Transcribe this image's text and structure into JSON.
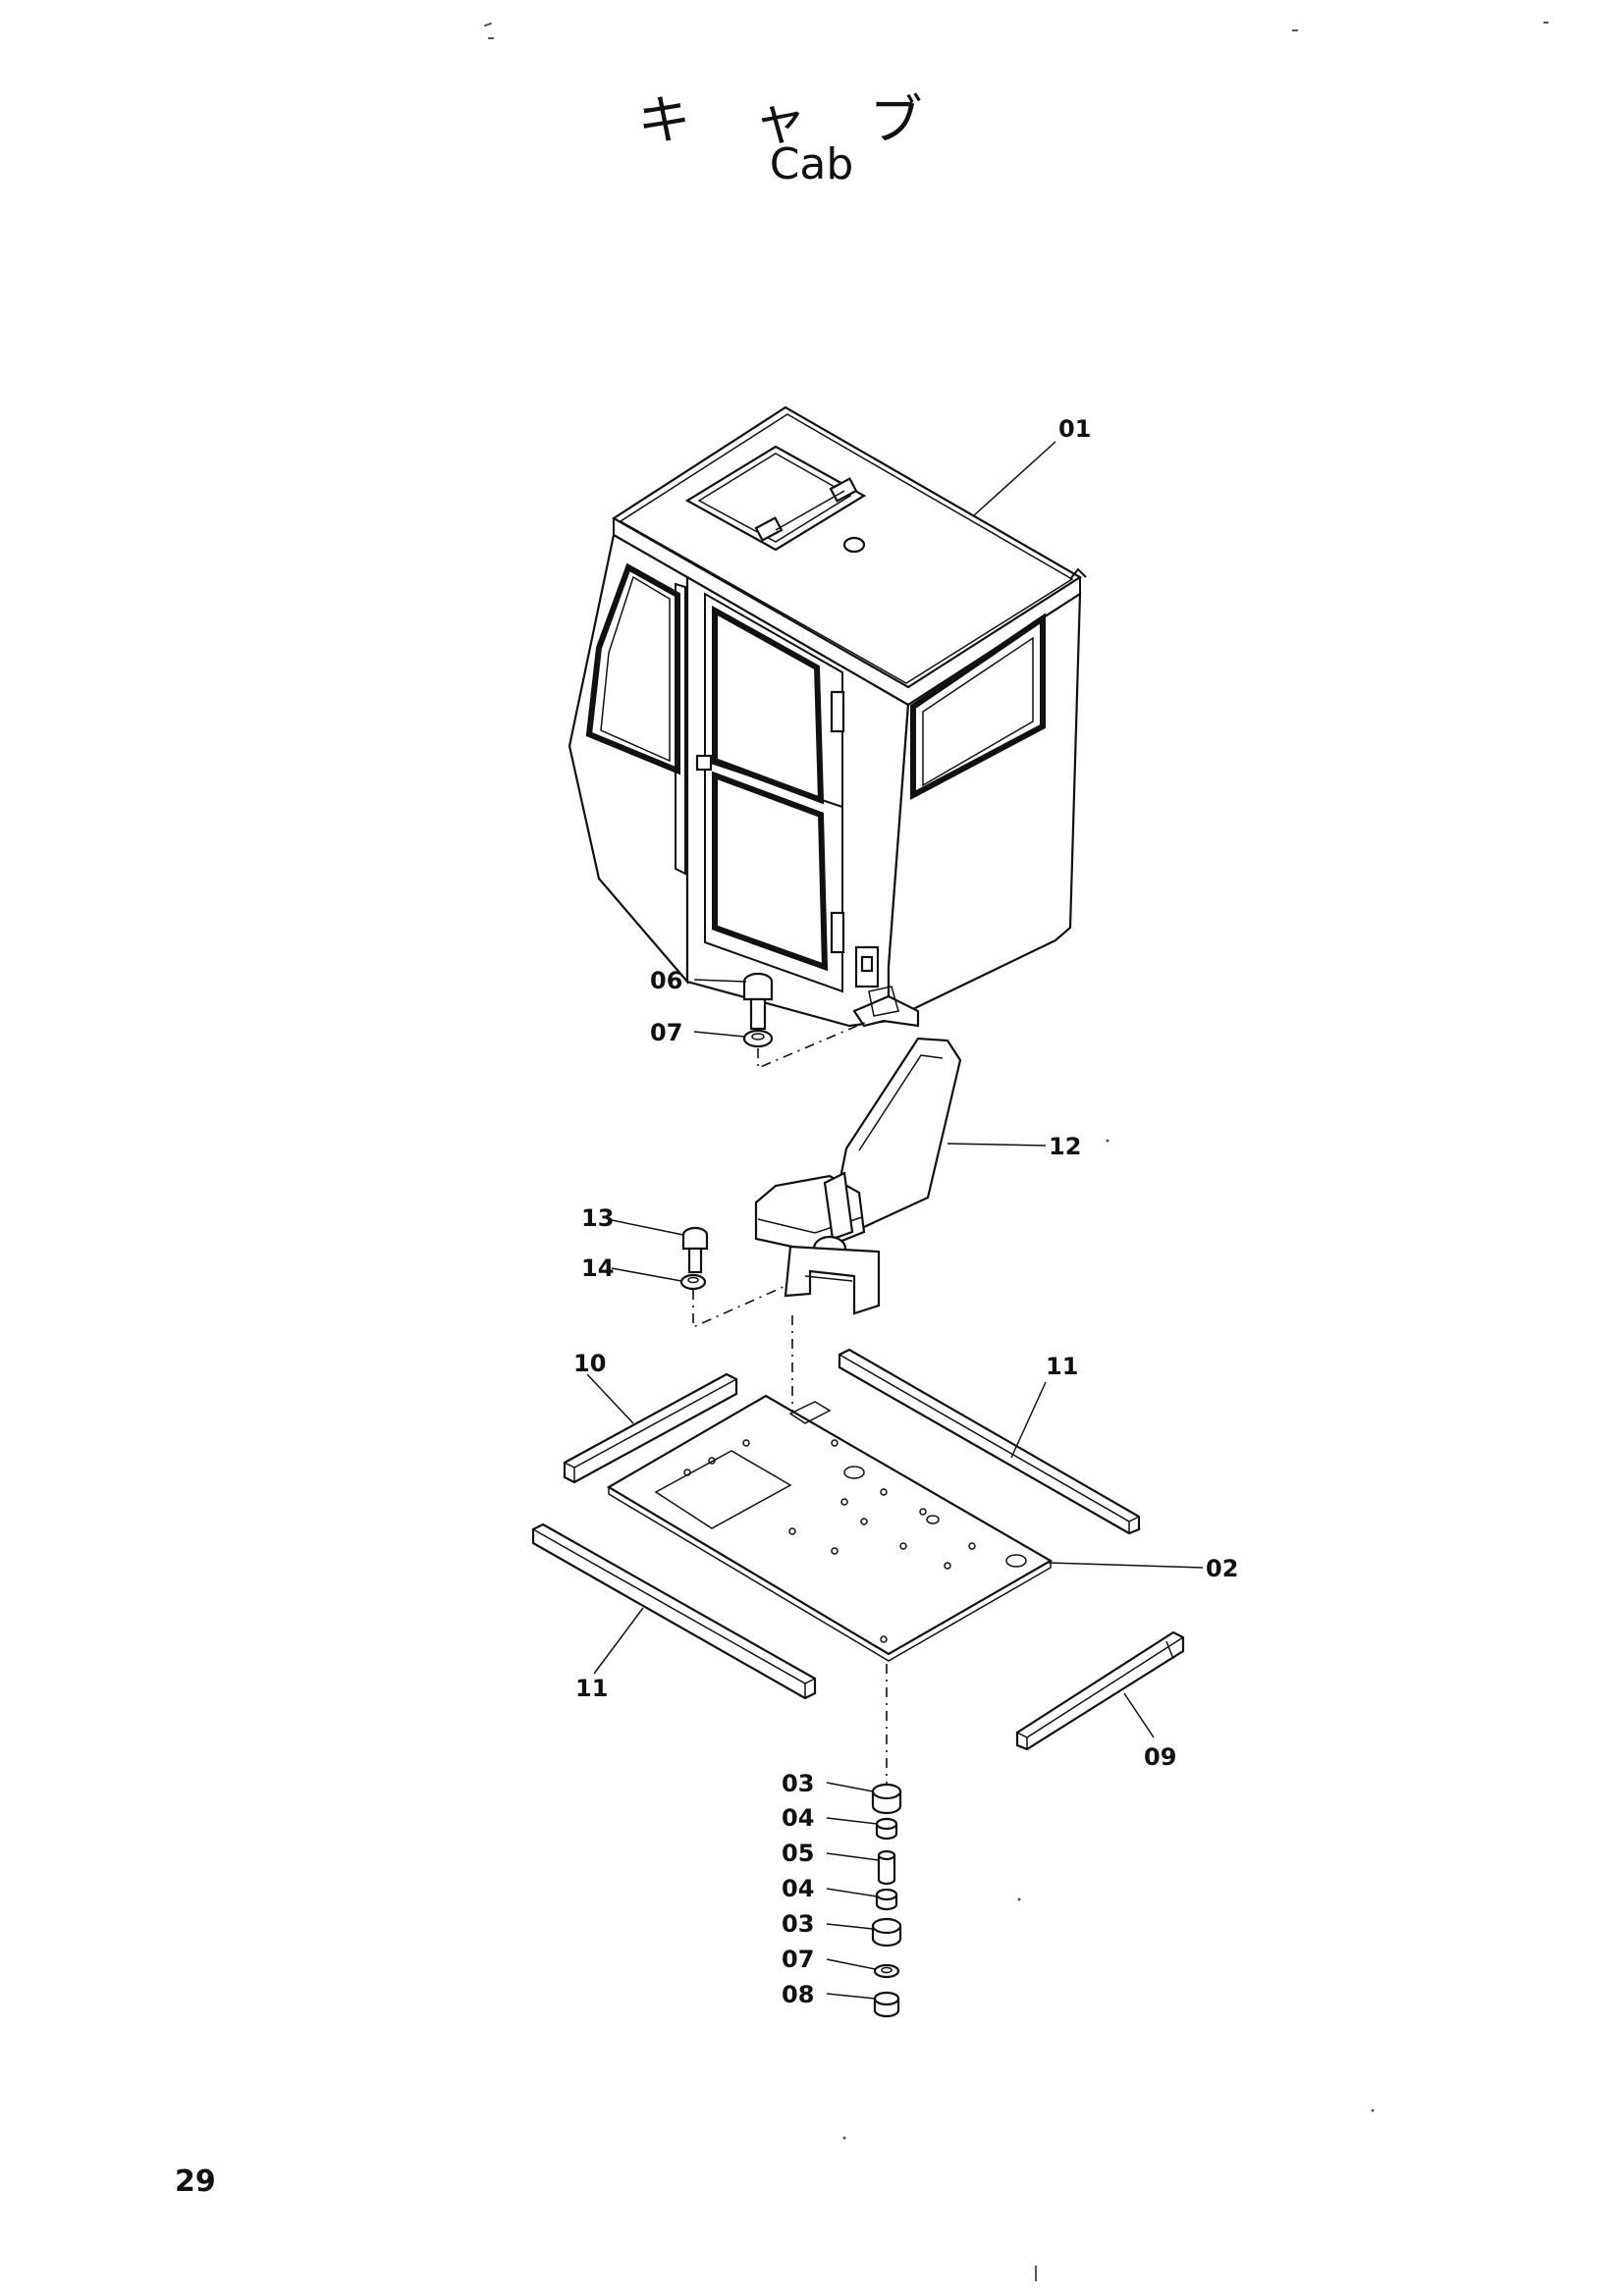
{
  "title": {
    "japanese": "キャブ",
    "english": "Cab"
  },
  "page_number": "29",
  "callouts": {
    "c01": "01",
    "c02": "02",
    "c03a": "03",
    "c04a": "04",
    "c05": "05",
    "c04b": "04",
    "c03b": "03",
    "c07b": "07",
    "c08": "08",
    "c06": "06",
    "c07a": "07",
    "c09": "09",
    "c10": "10",
    "c11a": "11",
    "c11b": "11",
    "c12": "12",
    "c13": "13",
    "c14": "14"
  }
}
